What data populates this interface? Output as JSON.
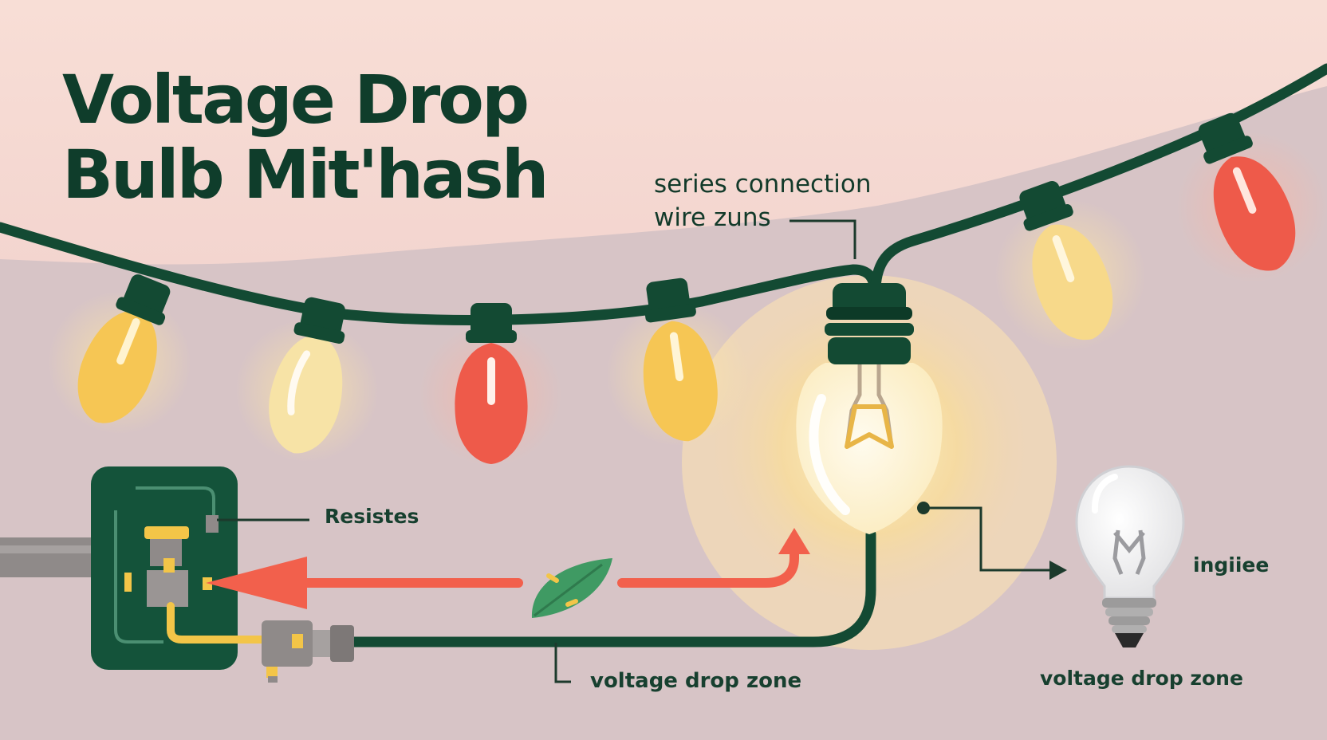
{
  "title": {
    "line1": "Voltage Drop",
    "line2": "Bulb Mit'hash"
  },
  "labels": {
    "series_line1": "series connection",
    "series_line2": "wire zuns",
    "resistes": "Resistes",
    "ingiiee": "ingiiee",
    "voltage_drop_zone_1": "voltage drop zone",
    "voltage_drop_zone_2": "voltage drop zone"
  },
  "colors": {
    "background_top": "#f8ded6",
    "background_bottom": "#d6c3c5",
    "wire": "#134a33",
    "title_text": "#0f3d2b",
    "bulb_yellow": "#f6c654",
    "bulb_cream": "#f7e3a6",
    "bulb_red": "#ee5a4a",
    "arrow_red": "#f2604c",
    "leaf_green": "#3f9a63",
    "box_green": "#14533a",
    "plug_gray": "#8f8a89",
    "off_bulb": "#ececec"
  },
  "icons": [
    "string-light-bulb",
    "large-glowing-bulb",
    "unlit-bulb-icon",
    "resistor-box-icon",
    "plug-icon",
    "leaf-icon",
    "arrow-icon"
  ]
}
